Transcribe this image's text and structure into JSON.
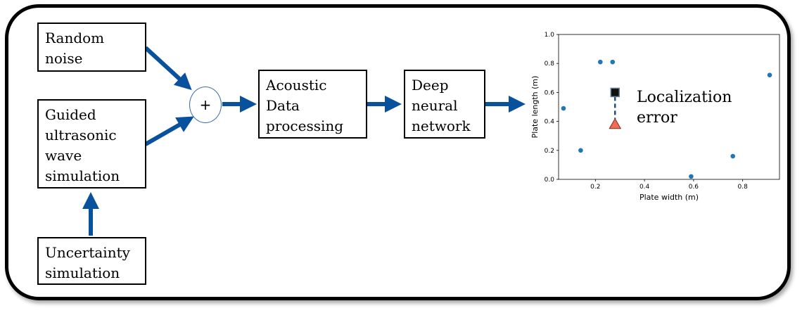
{
  "boxes": {
    "random_noise": "Random\nnoise",
    "guided_wave": "Guided\nultrasonic\nwave\nsimulation",
    "uncertainty": "Uncertainty\nsimulation",
    "acoustic": "Acoustic\nData\nprocessing",
    "dnn": "Deep\nneural\nnetwork"
  },
  "sum_symbol": "+",
  "colors": {
    "arrow": "#08519c",
    "point": "#1f77b4",
    "error_line": "#1f4e8c",
    "predicted_marker": "#111111",
    "true_marker": "#f26b55"
  },
  "annotation": "Localization\nerror",
  "chart_data": {
    "type": "scatter",
    "xlabel": "Plate width (m)",
    "ylabel": "Plate length (m)",
    "xlim": [
      0.05,
      0.95
    ],
    "ylim": [
      0.0,
      1.0
    ],
    "xticks": [
      "0.2",
      "0.4",
      "0.6",
      "0.8"
    ],
    "yticks": [
      "0.0",
      "0.2",
      "0.4",
      "0.6",
      "0.8",
      "1.0"
    ],
    "grid": false,
    "points": [
      {
        "x": 0.22,
        "y": 0.81
      },
      {
        "x": 0.27,
        "y": 0.81
      },
      {
        "x": 0.07,
        "y": 0.49
      },
      {
        "x": 0.14,
        "y": 0.2
      },
      {
        "x": 0.59,
        "y": 0.02
      },
      {
        "x": 0.76,
        "y": 0.16
      },
      {
        "x": 0.91,
        "y": 0.72
      }
    ],
    "predicted": {
      "x": 0.28,
      "y": 0.6
    },
    "true": {
      "x": 0.28,
      "y": 0.38
    }
  }
}
